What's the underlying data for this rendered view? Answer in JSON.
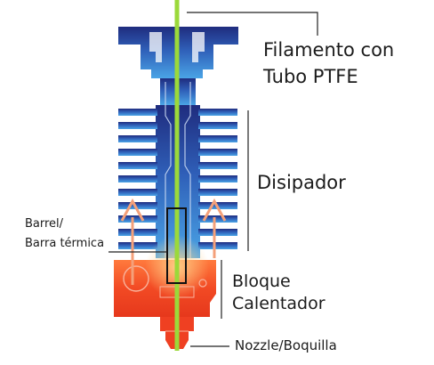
{
  "labels": {
    "filament_line1": "Filamento con",
    "filament_line2": "Tubo PTFE",
    "heatsink": "Disipador",
    "barrel_line1": "Barrel/",
    "barrel_line2": "Barra térmica",
    "heater_line1": "Bloque",
    "heater_line2": "Calentador",
    "nozzle": "Nozzle/Boquilla"
  },
  "colors": {
    "heatsink_top": "#1f2c7e",
    "heatsink_bottom": "#4aa4e6",
    "heater_block": "#ef4022",
    "heater_glow": "#ff7a3d",
    "filament": "#9bd93a",
    "arrows": "#f4a07a",
    "callout_lines": "#222222"
  }
}
